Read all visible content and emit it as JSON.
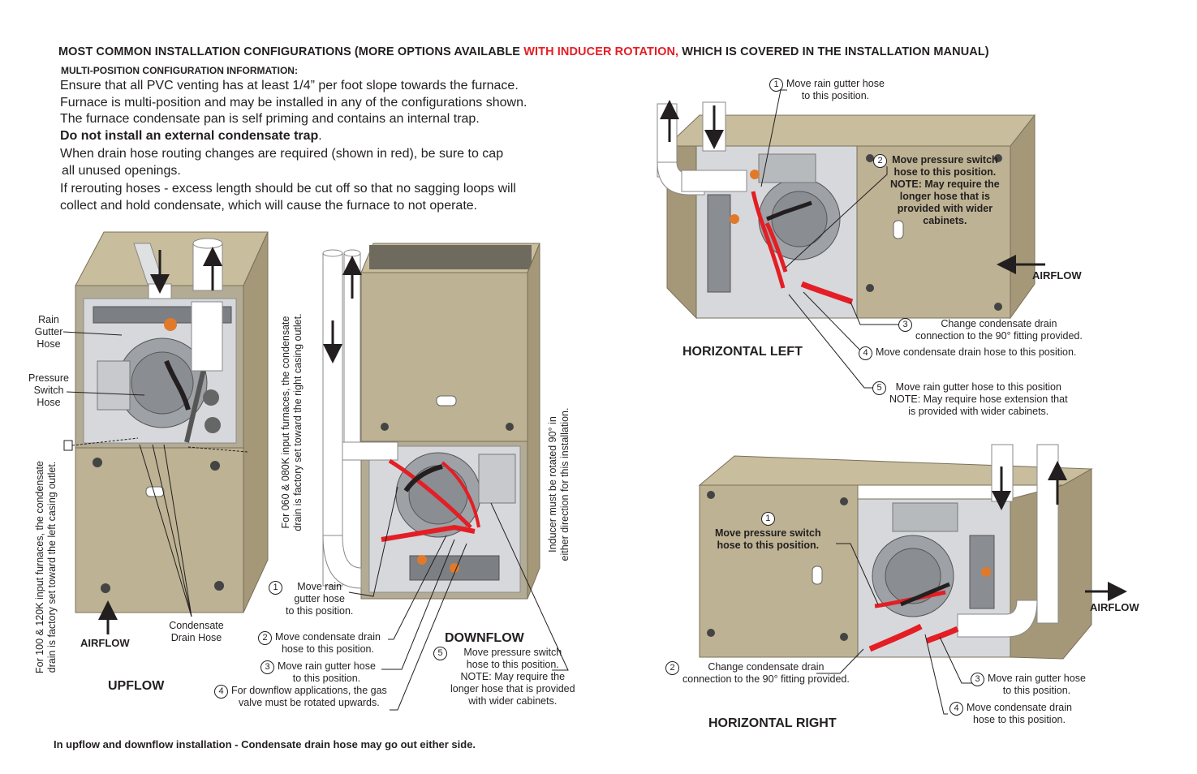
{
  "header": {
    "title_part1": "MOST COMMON INSTALLATION CONFIGURATIONS (MORE OPTIONS AVAILABLE ",
    "title_red": "WITH INDUCER ROTATION,",
    "title_part2": " WHICH IS COVERED IN THE INSTALLATION MANUAL)",
    "subtitle": "MULTI-POSITION CONFIGURATION INFORMATION:"
  },
  "intro": {
    "line1": "Ensure that all PVC venting has at least 1/4” per foot slope towards the furnace.",
    "line2": "Furnace is multi-position and may be installed in any of the configurations shown.",
    "line3": "The furnace condensate pan is self priming and contains an internal trap.",
    "line4_bold": "Do not install an external condensate trap",
    "line4_end": ".",
    "line5": "When drain hose routing changes are required (shown in red), be sure to cap",
    "line5b": "all unused openings.",
    "line6": "If rerouting hoses - excess length should be cut off so that no sagging loops will",
    "line6b": "collect and hold condensate, which will cause the furnace to not operate."
  },
  "upflow": {
    "heading": "UPFLOW",
    "airflow": "AIRFLOW",
    "rain_gutter_hose": "Rain\nGutter\nHose",
    "pressure_switch_hose": "Pressure\nSwitch\nHose",
    "condensate_drain_hose": "Condensate\nDrain Hose",
    "left_note": "For 100 & 120K input furnaces, the condensate\ndrain is factory set toward the left casing outlet.",
    "right_note": "For 060 & 080K input furnaces, the condensate\ndrain is factory set toward the right casing outlet."
  },
  "downflow": {
    "heading": "DOWNFLOW",
    "inducer_note": "Inducer must be rotated 90° in\neither direction for this installation.",
    "steps": [
      {
        "n": "1",
        "text": "Move rain\ngutter hose\nto this position."
      },
      {
        "n": "2",
        "text": "Move condensate drain\nhose to this position."
      },
      {
        "n": "3",
        "text": "Move rain gutter hose\nto this position."
      },
      {
        "n": "4",
        "text": "For downflow applications, the gas\nvalve must be rotated upwards."
      },
      {
        "n": "5",
        "text": "Move pressure switch\nhose to this position.\nNOTE: May require the\nlonger hose that is provided\nwith wider cabinets."
      }
    ]
  },
  "horizontal_left": {
    "heading": "HORIZONTAL LEFT",
    "airflow": "AIRFLOW",
    "steps": [
      {
        "n": "1",
        "text": "Move rain gutter hose\nto this position."
      },
      {
        "n": "2",
        "text": "Move pressure switch\nhose to this position.\nNOTE: May require the\nlonger hose that is\nprovided with wider\ncabinets."
      },
      {
        "n": "3",
        "text": "Change condensate drain\nconnection to the 90° fitting provided."
      },
      {
        "n": "4",
        "text": "Move condensate drain hose to this position."
      },
      {
        "n": "5",
        "text": "Move rain gutter hose to this position\nNOTE: May require hose extension that\nis provided with wider cabinets."
      }
    ]
  },
  "horizontal_right": {
    "heading": "HORIZONTAL RIGHT",
    "airflow": "AIRFLOW",
    "steps": [
      {
        "n": "1",
        "text": "Move pressure switch\nhose to this position."
      },
      {
        "n": "2",
        "text": "Change condensate drain\nconnection to the 90° fitting provided."
      },
      {
        "n": "3",
        "text": "Move rain gutter hose\nto this position."
      },
      {
        "n": "4",
        "text": "Move condensate drain\nhose to this position."
      }
    ]
  },
  "footer": "In upflow and downflow installation - Condensate drain hose may go out either side.",
  "colors": {
    "cabinet": "#b9ad8c",
    "cabinet_dark": "#9d9174",
    "cabinet_light": "#cfc5a6",
    "interior": "#d6d8dc",
    "pipe": "#ffffff",
    "hose_red": "#e31e24",
    "hose_black": "#231f20",
    "accent_red": "#e31e24"
  }
}
